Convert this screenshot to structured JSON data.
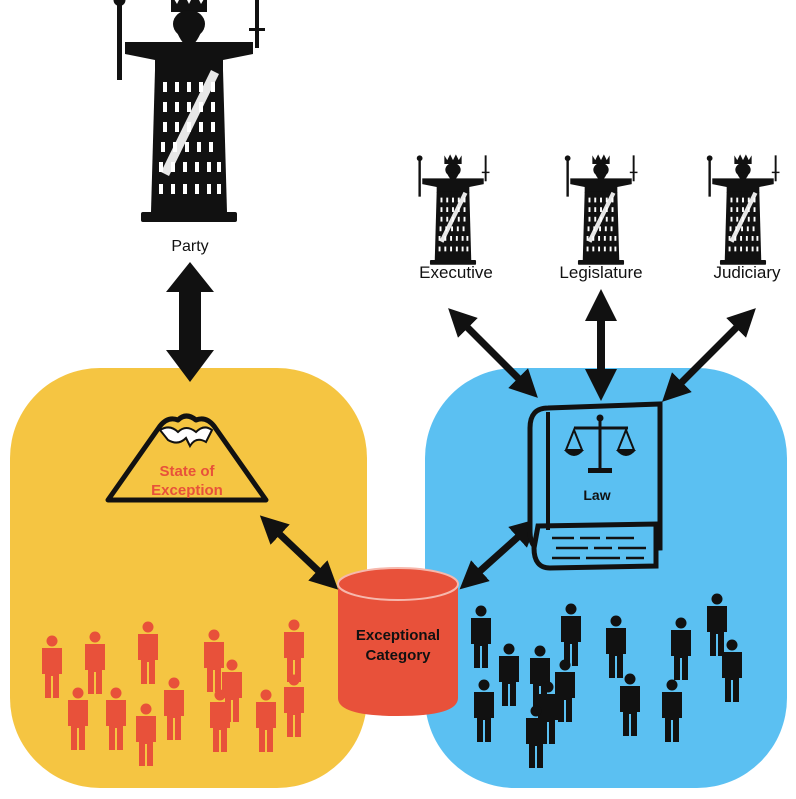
{
  "labels": {
    "party": "Party",
    "executive": "Executive",
    "legislature": "Legislature",
    "judiciary": "Judiciary",
    "state_of_exception_line1": "State of",
    "state_of_exception_line2": "Exception",
    "law": "Law",
    "exceptional_line1": "Exceptional",
    "exceptional_line2": "Category"
  },
  "colors": {
    "yellow_region": "#F5C542",
    "blue_region": "#5BC0F2",
    "red_accent": "#E8513A",
    "black": "#111111"
  },
  "icons": {
    "sovereign": "leviathan-icon",
    "volcano": "volcano-icon",
    "law_book": "law-book-icon",
    "cylinder": "database-cylinder-icon",
    "person": "person-icon"
  }
}
